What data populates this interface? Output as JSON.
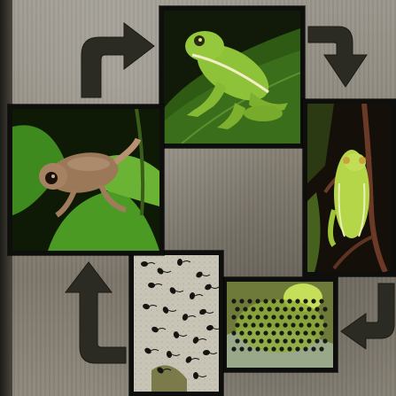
{
  "diagram": {
    "type": "life-cycle",
    "stages": [
      {
        "id": "adult",
        "icon": "adult-green-tree-frog-photo"
      },
      {
        "id": "adult-on-stem",
        "icon": "frog-on-branch-photo"
      },
      {
        "id": "eggs",
        "icon": "frog-egg-mass-photo"
      },
      {
        "id": "tadpoles",
        "icon": "tadpoles-photo"
      },
      {
        "id": "froglet",
        "icon": "froglet-with-tail-photo"
      }
    ],
    "arrow_color": "#2c2b23",
    "frame_color": "#0e0e0c"
  }
}
